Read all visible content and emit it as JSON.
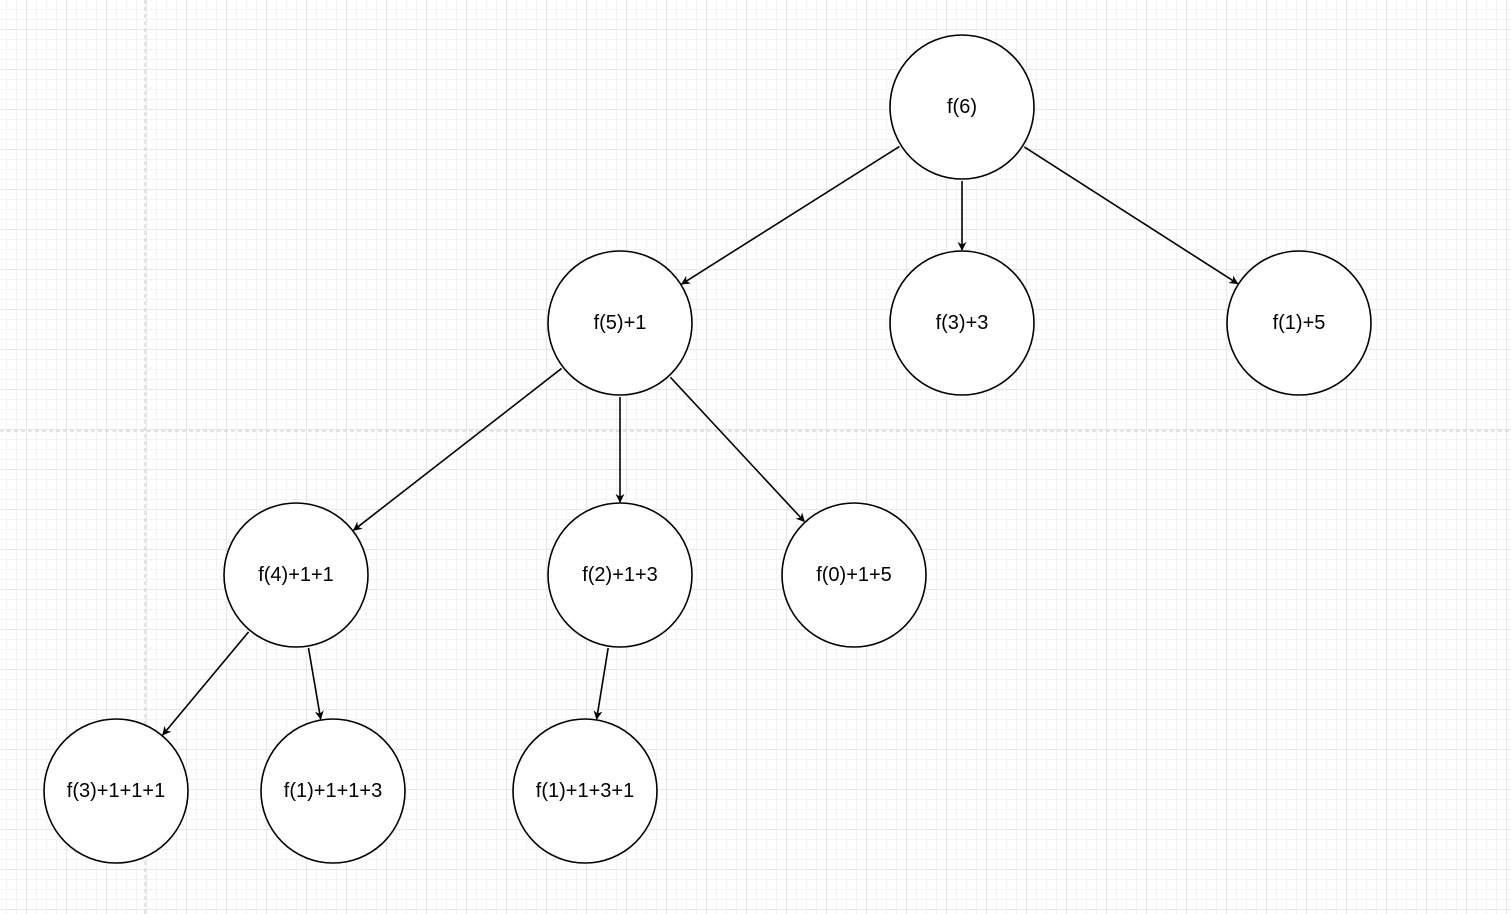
{
  "diagram": {
    "nodes": [
      {
        "id": "n6",
        "label": "f(6)"
      },
      {
        "id": "n5",
        "label": "f(5)+1"
      },
      {
        "id": "n3a",
        "label": "f(3)+3"
      },
      {
        "id": "n1a",
        "label": "f(1)+5"
      },
      {
        "id": "n4",
        "label": "f(4)+1+1"
      },
      {
        "id": "n2",
        "label": "f(2)+1+3"
      },
      {
        "id": "n0",
        "label": "f(0)+1+5"
      },
      {
        "id": "n3b",
        "label": "f(3)+1+1+1"
      },
      {
        "id": "n1b",
        "label": "f(1)+1+1+3"
      },
      {
        "id": "n1c",
        "label": "f(1)+1+3+1"
      }
    ],
    "edges": [
      {
        "from": "n6",
        "to": "n5"
      },
      {
        "from": "n6",
        "to": "n3a"
      },
      {
        "from": "n6",
        "to": "n1a"
      },
      {
        "from": "n5",
        "to": "n4"
      },
      {
        "from": "n5",
        "to": "n2"
      },
      {
        "from": "n5",
        "to": "n0"
      },
      {
        "from": "n4",
        "to": "n3b"
      },
      {
        "from": "n4",
        "to": "n1b"
      },
      {
        "from": "n2",
        "to": "n1c"
      }
    ]
  },
  "colors": {
    "stroke": "#000000",
    "node_fill": "#ffffff",
    "grid": "#e6e6e6",
    "page_guide": "#c8c8c8"
  }
}
